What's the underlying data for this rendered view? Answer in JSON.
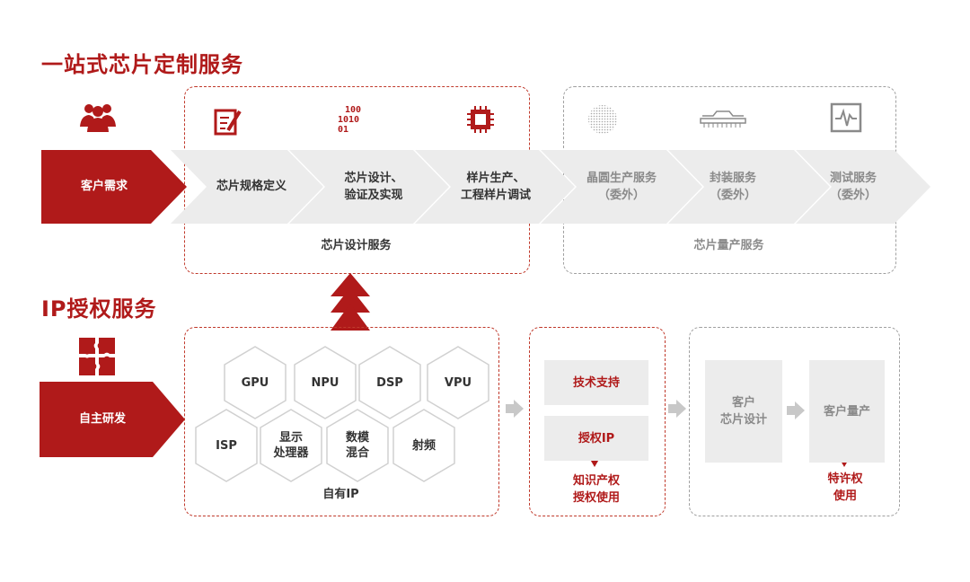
{
  "titles": {
    "custom_service": "一站式芯片定制服务",
    "ip_service": "IP授权服务"
  },
  "design_flow": {
    "start": "客户需求",
    "steps": [
      {
        "line1": "芯片规格定义",
        "line2": ""
      },
      {
        "line1": "芯片设计、",
        "line2": "验证及实现"
      },
      {
        "line1": "样片生产、",
        "line2": "工程样片调试"
      }
    ],
    "outsourced_steps": [
      {
        "line1": "晶圆生产服务",
        "line2": "（委外）"
      },
      {
        "line1": "封装服务",
        "line2": "（委外）"
      },
      {
        "line1": "测试服务",
        "line2": "（委外）"
      }
    ],
    "design_group_label": "芯片设计服务",
    "production_group_label": "芯片量产服务",
    "chip_code_icon": {
      "line1": "100",
      "line2": "1010",
      "line3": "01"
    }
  },
  "ip_flow": {
    "start": "自主研发",
    "hexagons_row1": [
      "GPU",
      "NPU",
      "DSP",
      "VPU"
    ],
    "hexagons_row2": [
      {
        "line1": "ISP",
        "line2": ""
      },
      {
        "line1": "显示",
        "line2": "处理器"
      },
      {
        "line1": "数模",
        "line2": "混合"
      },
      {
        "line1": "射频",
        "line2": ""
      }
    ],
    "own_ip_label": "自有IP",
    "tech_support": "技术支持",
    "license_ip": "授权IP",
    "ip_license": {
      "line1": "知识产权",
      "line2": "授权使用"
    },
    "customer_design": {
      "line1": "客户",
      "line2": "芯片设计"
    },
    "customer_production": "客户量产",
    "royalty": {
      "line1": "特许权",
      "line2": "使用"
    }
  },
  "icons": [
    "team-icon",
    "checklist-icon",
    "binary-code-icon",
    "chip-icon",
    "wafer-icon",
    "package-icon",
    "test-monitor-icon",
    "puzzle-icon"
  ],
  "colors": {
    "accent": "#b01a1a",
    "muted_text": "#8a8a8a",
    "chevron_gray": "#ececec"
  }
}
